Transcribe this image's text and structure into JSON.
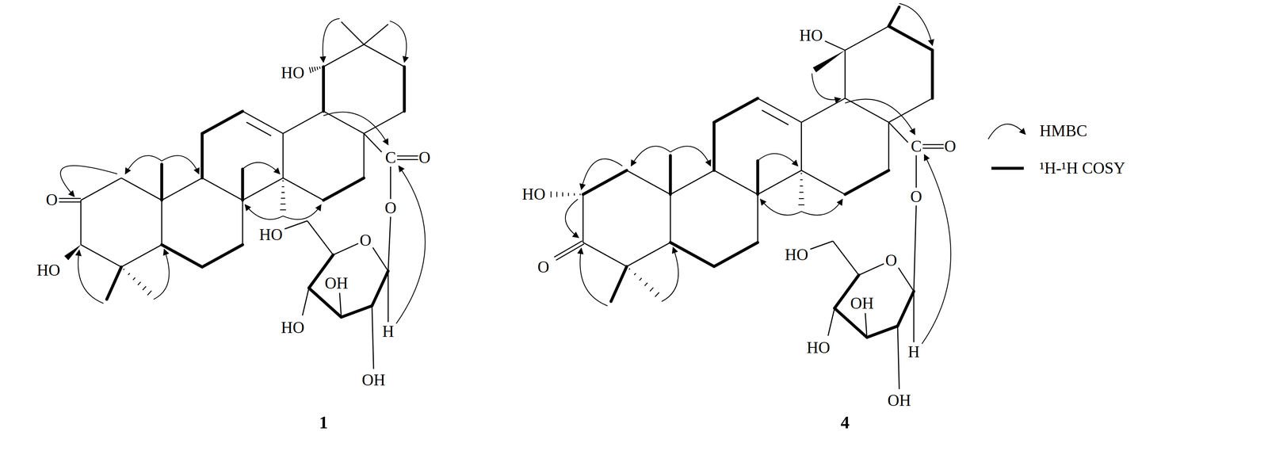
{
  "diagram": {
    "labels": [
      "HO",
      "O",
      "HO",
      "C",
      "O",
      "O",
      "HO",
      "O",
      "OH",
      "HO",
      "OH",
      "H",
      "1",
      "HO",
      "HO",
      "O",
      "C",
      "O",
      "O",
      "HO",
      "O",
      "OH",
      "HO",
      "OH",
      "H",
      "4"
    ],
    "legend": [
      {
        "text": "HMBC"
      },
      {
        "text": "¹H-¹H COSY"
      }
    ]
  }
}
